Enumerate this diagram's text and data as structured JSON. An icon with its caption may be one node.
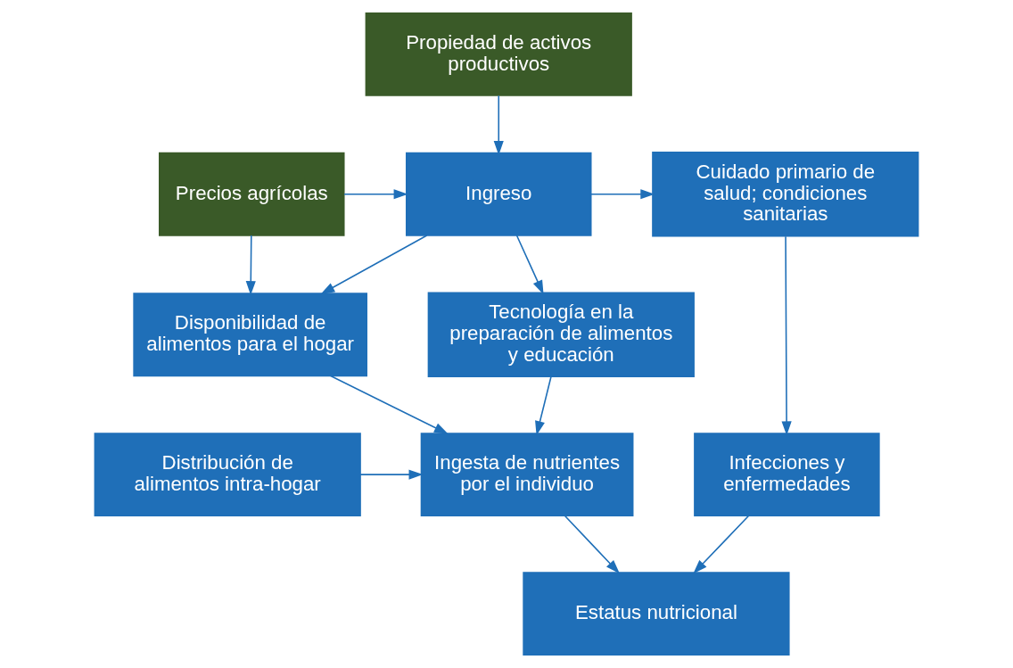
{
  "diagram": {
    "nodes": [
      {
        "text": [
          "Propiedad de activos productivos"
        ]
      },
      {
        "text": [
          "Precios agrícolas"
        ]
      },
      {
        "text": [
          "Ingreso"
        ]
      },
      {
        "text": [
          "Cuidado primario de salud; condiciones sanitarias"
        ]
      },
      {
        "text": [
          "Disponibilidad de alimentos para el hogar"
        ]
      },
      {
        "text": [
          "Tecnología en la preparación de alimentos y educación"
        ]
      },
      {
        "text": [
          "Ingesta de nutrientes por el individuo"
        ]
      },
      {
        "text": [
          "Distribución de alimentos intra-hogar"
        ]
      },
      {
        "text": [
          "Infecciones y enfermedades"
        ]
      },
      {
        "text": [
          "Estatus nutricional"
        ]
      }
    ],
    "edges": [
      {
        "from": 0,
        "to": 2,
        "arrow": "to"
      },
      {
        "from": 1,
        "to": 2,
        "arrow": "to"
      },
      {
        "from": 1,
        "to": 4,
        "arrow": "to"
      },
      {
        "from": 2,
        "to": 3,
        "arrow": "to"
      },
      {
        "from": 2,
        "to": 4,
        "arrow": "to"
      },
      {
        "from": 2,
        "to": 5,
        "arrow": "to"
      },
      {
        "from": 4,
        "to": 6,
        "arrow": "to"
      },
      {
        "from": 5,
        "to": 6,
        "arrow": "to"
      },
      {
        "from": 7,
        "to": 6,
        "arrow": "to"
      },
      {
        "from": 3,
        "to": 8,
        "arrow": "to"
      },
      {
        "from": 6,
        "to": 9,
        "arrow": "to"
      },
      {
        "from": 8,
        "to": 9,
        "arrow": "to"
      }
    ]
  }
}
